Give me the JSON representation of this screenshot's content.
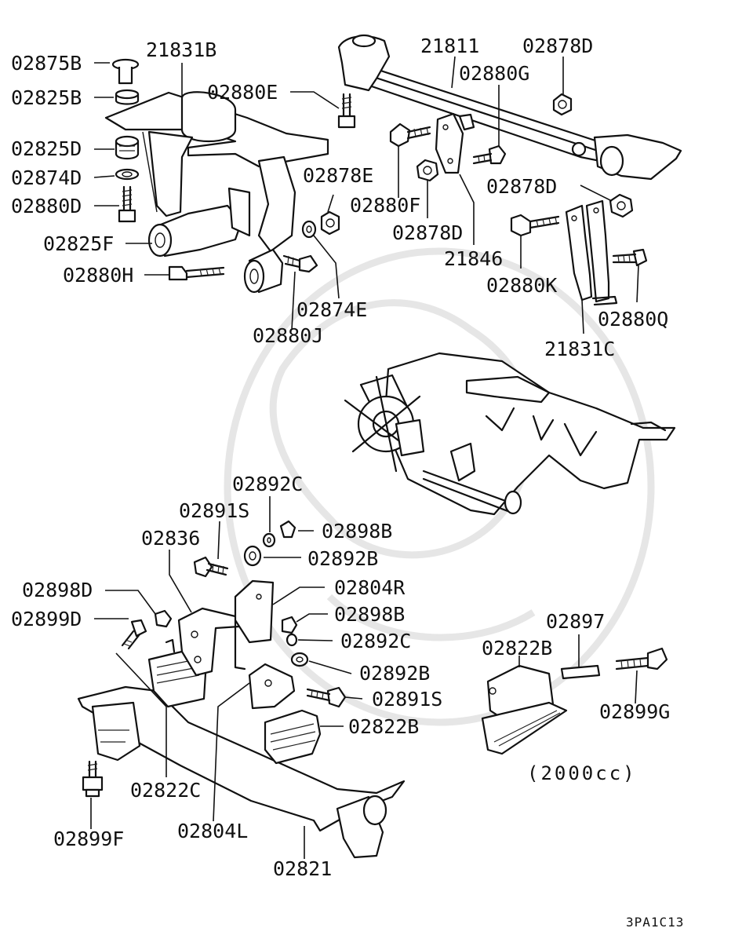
{
  "diagram": {
    "code": "3PA1C13",
    "note": "(2000cc)"
  },
  "parts": {
    "p02875B": "02875B",
    "p21831B": "21831B",
    "p02825B": "02825B",
    "p02880E": "02880E",
    "p21811": "21811",
    "p02878D_top": "02878D",
    "p02880G": "02880G",
    "p02825D": "02825D",
    "p02874D": "02874D",
    "p02878E": "02878E",
    "p02880D": "02880D",
    "p02880F": "02880F",
    "p02878D_mid": "02878D",
    "p02878D_right": "02878D",
    "p02825F": "02825F",
    "p21846": "21846",
    "p02880H": "02880H",
    "p02880K": "02880K",
    "p02874E": "02874E",
    "p02880Q": "02880Q",
    "p02880J": "02880J",
    "p21831C": "21831C",
    "p02892C_top": "02892C",
    "p02891S_top": "02891S",
    "p02898B_top": "02898B",
    "p02836": "02836",
    "p02892B_top": "02892B",
    "p02804R": "02804R",
    "p02898D": "02898D",
    "p02898B_mid": "02898B",
    "p02899D": "02899D",
    "p02892C_mid": "02892C",
    "p02897": "02897",
    "p02822B_right": "02822B",
    "p02892B_mid": "02892B",
    "p02891S_mid": "02891S",
    "p02899G": "02899G",
    "p02822B_mid": "02822B",
    "p02822C": "02822C",
    "p02899F": "02899F",
    "p02804L": "02804L",
    "p02821": "02821"
  }
}
